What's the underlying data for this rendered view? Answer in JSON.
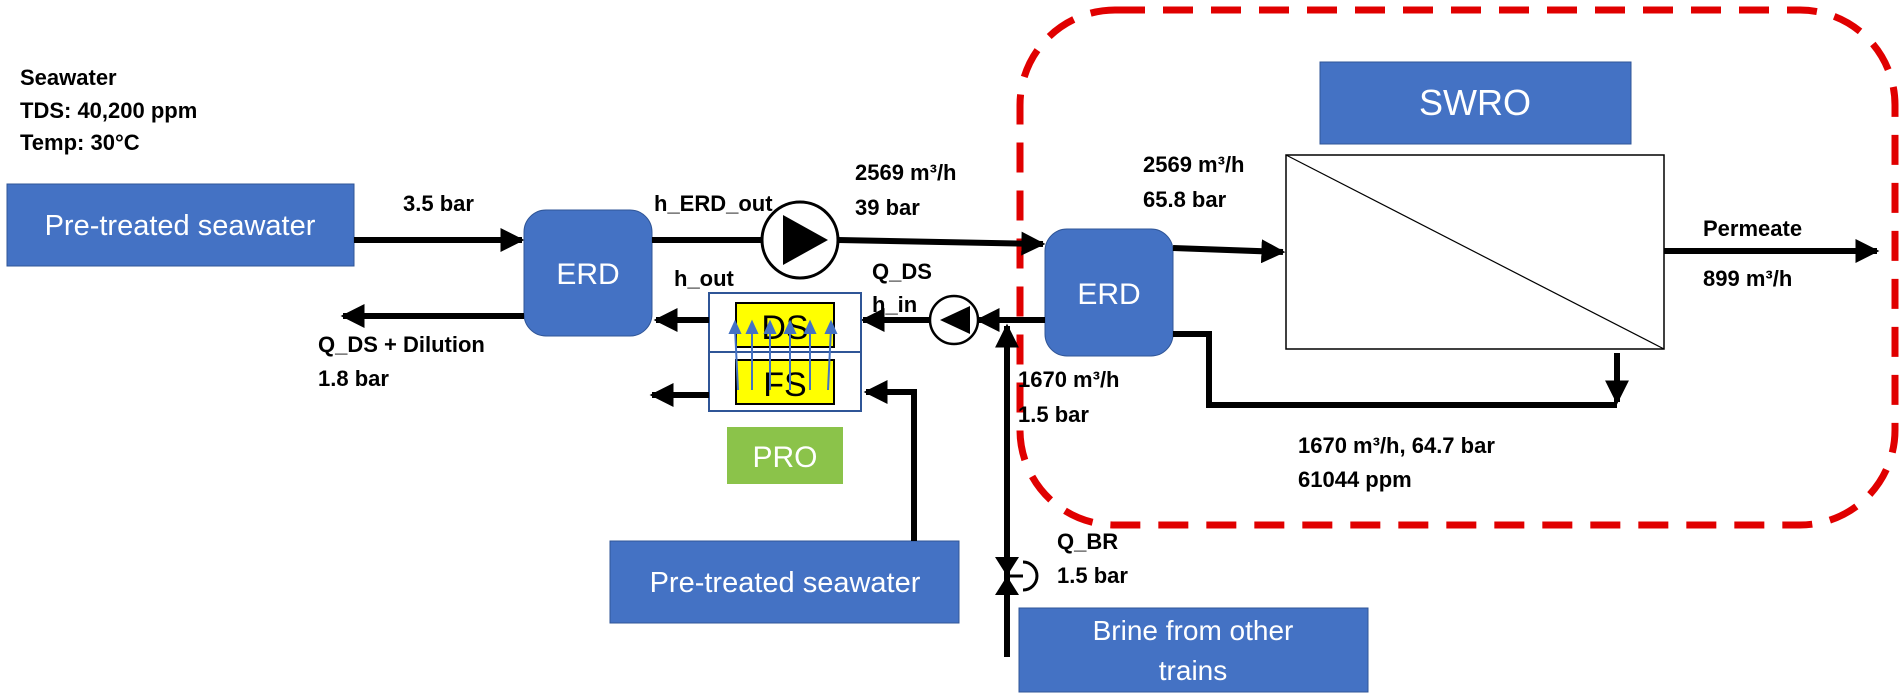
{
  "colors": {
    "box_blue": "#4472C4",
    "pro_green": "#8BC34A",
    "ds_fs_yellow": "#FFFF00",
    "boundary_red": "#E00000",
    "line_black": "#000000"
  },
  "feed": {
    "title": "Seawater",
    "tds": "TDS: 40,200 ppm",
    "temp": "Temp: 30°C"
  },
  "boxes": {
    "pretreated_top": "Pre-treated seawater",
    "pretreated_bottom": "Pre-treated seawater",
    "erd_left": "ERD",
    "erd_right": "ERD",
    "swro": "SWRO",
    "pro": "PRO",
    "brine_line1": "Brine from other",
    "brine_line2": "trains",
    "ds": "DS",
    "fs": "FS"
  },
  "labels": {
    "feed_pressure": "3.5 bar",
    "h_erd_out": "h_ERD_out",
    "hp_flow": "2569 m³/h",
    "hp_pressure": "39 bar",
    "ro_feed_flow": "2569 m³/h",
    "ro_feed_pressure": "65.8 bar",
    "permeate": "Permeate",
    "permeate_flow": "899 m³/h",
    "h_out": "h_out",
    "q_ds": "Q_DS",
    "h_in": "h_in",
    "q_ds_dilution": "Q_DS + Dilution",
    "dilution_pressure": "1.8 bar",
    "brine_flow": "1670 m³/h",
    "brine_pressure": "1.5 bar",
    "concentrate": "1670 m³/h, 64.7 bar",
    "concentrate_tds": "61044 ppm",
    "q_br": "Q_BR",
    "q_br_pressure": "1.5 bar"
  }
}
